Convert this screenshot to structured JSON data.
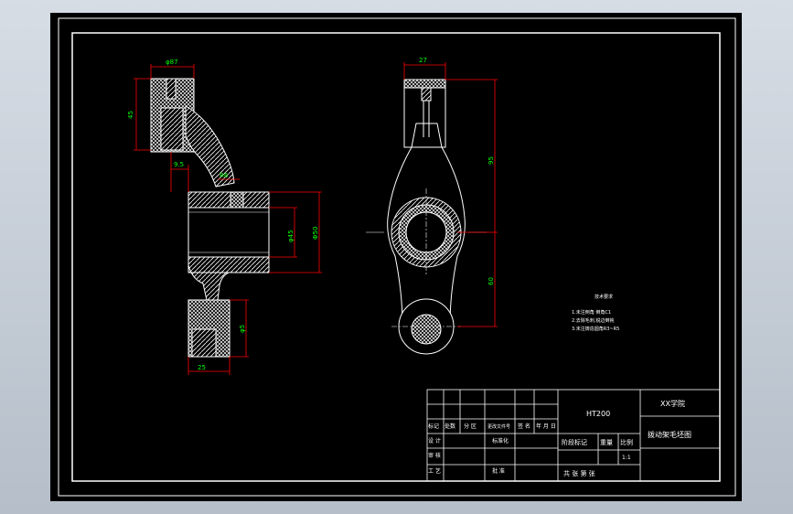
{
  "colors": {
    "background": "#000000",
    "frame": "#ffffff",
    "dimension": "#ff0000",
    "dimension_text": "#00ff00",
    "hatch": "#ffffff",
    "page": "#c5ccd6"
  },
  "dimensions": {
    "left_top_width": "φ87",
    "left_top_height": "45",
    "left_offset": "9.5",
    "left_neck": "R6",
    "left_bore": "φ45",
    "left_hub_height": "Φ50",
    "left_mid_tol": "φ50",
    "left_bottom_height": "φ5",
    "left_bottom_width": "25",
    "right_top_width": "27",
    "right_upper_height": "95",
    "right_lower_height": "60"
  },
  "notes": {
    "title": "技术要求",
    "line1": "1.未注倒角 倒角C1",
    "line2": "2.去除毛刺,锐边倒钝",
    "line3": "3.未注铸造圆角R3~R5"
  },
  "title_block": {
    "material": "HT200",
    "school": "XX学院",
    "part_name": "拨动架毛坯图",
    "col_mark": "标记",
    "col_count": "处数",
    "col_zone": "分 区",
    "col_docno": "更改文件号",
    "col_sign": "签 名",
    "col_date": "年 月 日",
    "row_design": "设 计",
    "row_std": "标准化",
    "row_check": "审 核",
    "row_process": "工 艺",
    "row_approve": "批 准",
    "stage_mark": "阶段标记",
    "weight": "重量",
    "scale": "比例",
    "scale_value": "1:1",
    "sheets": "共  张 第  张"
  }
}
